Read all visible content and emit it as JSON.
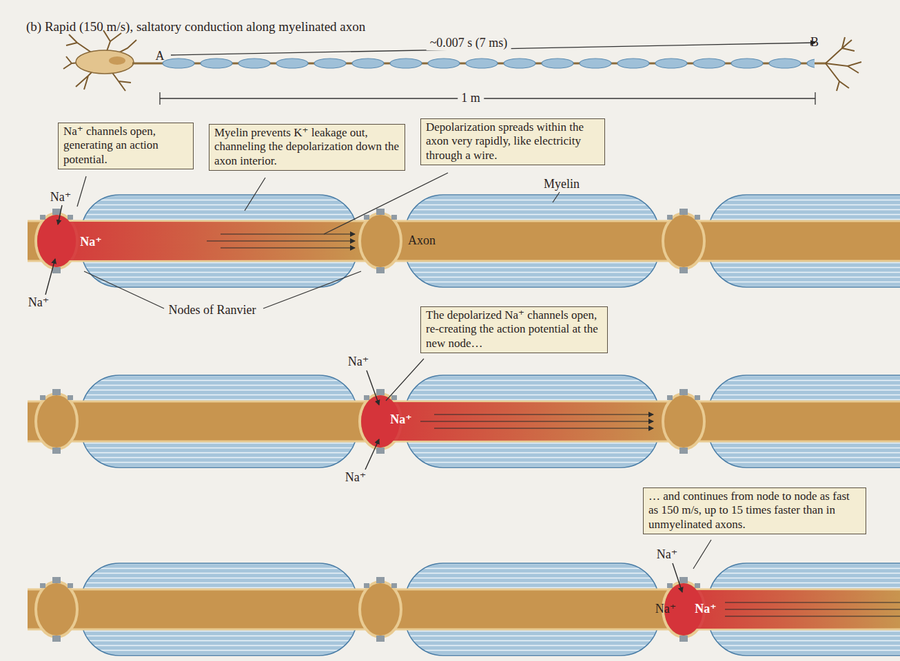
{
  "diagram": {
    "title": "(b) Rapid (150 m/s), saltatory conduction along myelinated axon",
    "nodes": [
      {
        "text": [
          "Na⁺ channels open, generating an action potential."
        ]
      },
      {
        "text": [
          "Myelin prevents K⁺ leakage out, channeling the depolarization down the axon interior."
        ]
      },
      {
        "text": [
          "Depolarization spreads within the axon very rapidly, like electricity through a wire."
        ]
      },
      {
        "text": [
          "The depolarized Na⁺ channels open, re-creating the action potential at the new node…"
        ]
      },
      {
        "text": [
          "… and continues from node to node as fast as 150 m/s, up to 15 times faster than in unmyelinated axons."
        ]
      }
    ],
    "labels": [
      "A",
      "~0.007 s (7 ms)",
      "B",
      "1 m",
      "Na⁺",
      "Na⁺",
      "Na⁺",
      "Myelin",
      "Axon",
      "Nodes of Ranvier",
      "Na⁺",
      "Na⁺",
      "Na⁺",
      "Na⁺",
      "Na⁺",
      "Na⁺"
    ]
  }
}
